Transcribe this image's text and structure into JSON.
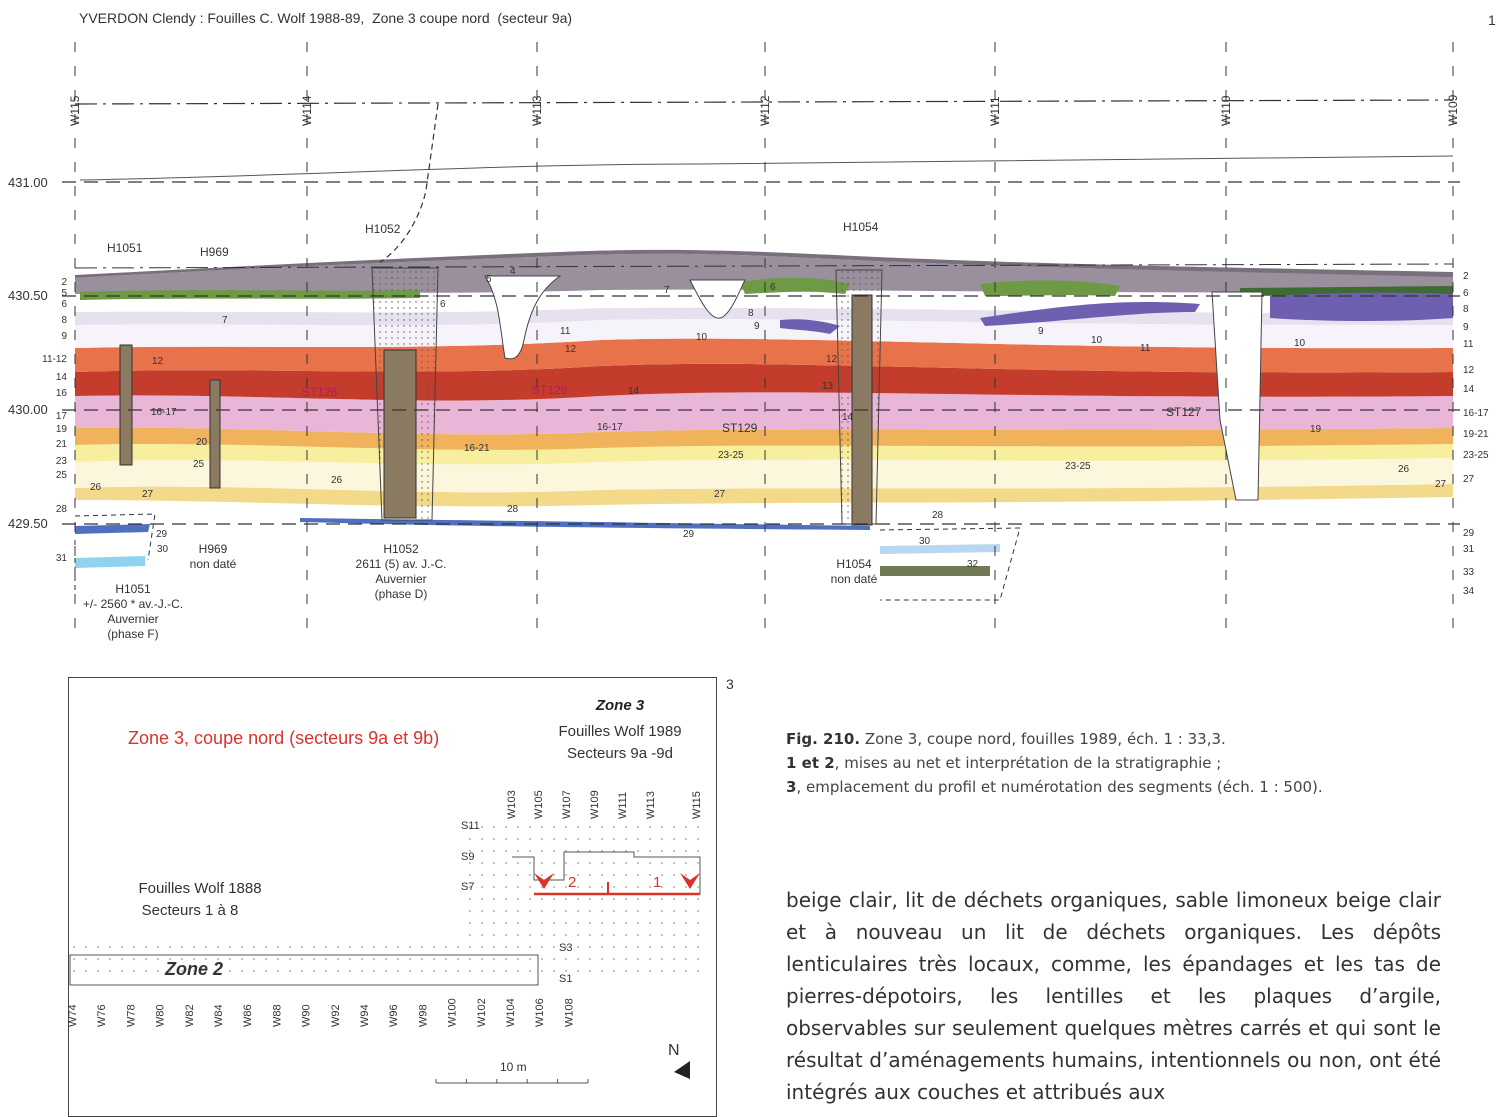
{
  "header": {
    "figure_title": "YVERDON Clendy : Fouilles C. Wolf 1988-89,  Zone 3 coupe nord  (secteur 9a)",
    "panel_1": "1",
    "panel_3": "3"
  },
  "section": {
    "columns": [
      "W115",
      "W114",
      "W113",
      "W112",
      "W111",
      "W110",
      "W109"
    ],
    "elevations": [
      "431.00",
      "430.50",
      "430.00",
      "429.50"
    ],
    "left_layer_numbers": [
      "2",
      "5",
      "6",
      "8",
      "9",
      "11-12",
      "14",
      "16",
      "17",
      "19",
      "21",
      "23",
      "25",
      "28",
      "31"
    ],
    "right_layer_numbers": [
      "2",
      "6",
      "8",
      "9",
      "11",
      "12",
      "14",
      "16-17",
      "19-21",
      "23-25",
      "27",
      "29",
      "31",
      "33",
      "34"
    ],
    "structure_labels": [
      "H1051",
      "H969",
      "H1052",
      "H1054",
      "ST128",
      "ST128",
      "ST129",
      "ST127"
    ],
    "inline_layer_labels": [
      "4",
      "5",
      "6",
      "7",
      "7",
      "6",
      "8",
      "9",
      "10",
      "10",
      "9",
      "10",
      "11",
      "11",
      "12",
      "12",
      "12",
      "13",
      "14",
      "14",
      "16-17",
      "16-17",
      "16-21",
      "20",
      "19",
      "25",
      "26",
      "26",
      "26",
      "23-25",
      "23-25",
      "27",
      "27",
      "27",
      "28",
      "28",
      "29",
      "29",
      "30",
      "30",
      "32"
    ],
    "notes": [
      {
        "lines": [
          "H1051",
          "+/- 2560 * av.-J.-C.",
          "Auvernier",
          "(phase F)"
        ]
      },
      {
        "lines": [
          "H969",
          "non daté"
        ]
      },
      {
        "lines": [
          "H1052",
          "2611 (5) av. J.-C.",
          "Auvernier",
          "(phase D)"
        ]
      },
      {
        "lines": [
          "H1054",
          "non daté"
        ]
      }
    ]
  },
  "plan": {
    "red_title": "Zone 3, coupe nord (secteurs 9a et 9b)",
    "zone3_title": "Zone 3",
    "zone3_sub1": "Fouilles Wolf 1989",
    "zone3_sub2": "Secteurs 9a -9d",
    "wolf1888_1": "Fouilles Wolf 1888",
    "wolf1888_2": "Secteurs 1 à 8",
    "zone2": "Zone 2",
    "top_columns": [
      "W103",
      "W105",
      "W107",
      "W109",
      "W111",
      "W113",
      "W115"
    ],
    "rows_left": [
      "S11",
      "S9",
      "S7"
    ],
    "rows_right": [
      "S3",
      "S1"
    ],
    "bottom_columns": [
      "W74",
      "W76",
      "W78",
      "W80",
      "W82",
      "W84",
      "W86",
      "W88",
      "W90",
      "W92",
      "W94",
      "W96",
      "W98",
      "W100",
      "W102",
      "W104",
      "W106",
      "W108"
    ],
    "segment_labels": [
      "2",
      "1"
    ],
    "scale": "10 m",
    "north": "N"
  },
  "caption": {
    "fig_label": "Fig. 210.",
    "line1": " Zone 3, coupe nord, fouilles 1989, éch. 1 : 33,3.",
    "line2_bold": "1 et 2",
    "line2": ", mises au net et interprétation de la stratigraphie ;",
    "line3_bold": "3",
    "line3": ", emplacement du profil et numérotation des segments (éch. 1 : 500)."
  },
  "body_text": "beige clair, lit de déchets organiques, sable limoneux beige clair et à nouveau un lit de déchets organiques. Les dépôts lenticulaires très locaux, comme, les épandages et les tas de pierres-dépotoirs, les lentilles et les plaques d’argile, observables sur seulement quelques mètres carrés et qui sont le résultat d’aménagements humains, intentionnels ou non, ont été intégrés aux couches et attribués aux",
  "colors": {
    "dark_red": "#c0392b",
    "orange_red": "#e8734a",
    "pink": "#e7b6d6",
    "orange": "#f0b25b",
    "yellow": "#f3e08a",
    "light_yellow": "#f7f0b8",
    "purple_grey": "#9a8f9c",
    "green": "#6f9a45",
    "dark_green": "#3e6b32",
    "violet": "#6f5fb0",
    "blue": "#4f6fc0",
    "post": "#8a7a62",
    "accent_red": "#d8342a"
  }
}
